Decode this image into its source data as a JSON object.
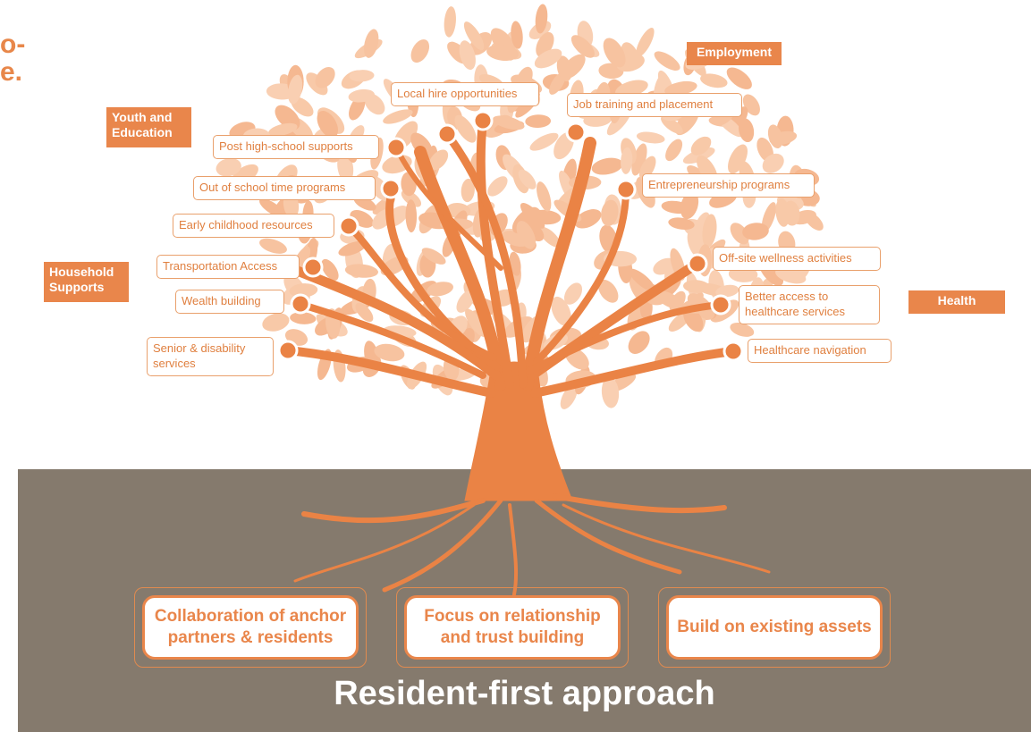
{
  "fragment_text": [
    "o-",
    "e."
  ],
  "categories": {
    "employment": "Employment",
    "youth_education": "Youth and Education",
    "household_supports": "Household Supports",
    "health": "Health"
  },
  "branches": {
    "local_hire": "Local hire opportunities",
    "job_training": "Job training and placement",
    "post_high_school": "Post high-school supports",
    "out_of_school": "Out of school time programs",
    "entrepreneurship": "Entrepreneurship programs",
    "early_childhood": "Early childhood resources",
    "transportation": "Transportation Access",
    "offsite_wellness": "Off-site wellness activities",
    "wealth_building": "Wealth building",
    "healthcare_access": "Better access to healthcare services",
    "senior_disability": "Senior & disability services",
    "healthcare_navigation": "Healthcare navigation"
  },
  "roots": {
    "collaboration": "Collaboration of anchor partners & residents",
    "relationship": "Focus on relationship and trust building",
    "assets": "Build on existing assets"
  },
  "approach": "Resident-first approach",
  "colors": {
    "accent": "#e9864b",
    "leaf": "#f7c3a0",
    "ground": "#857a6d",
    "trunk": "#ea8345"
  }
}
